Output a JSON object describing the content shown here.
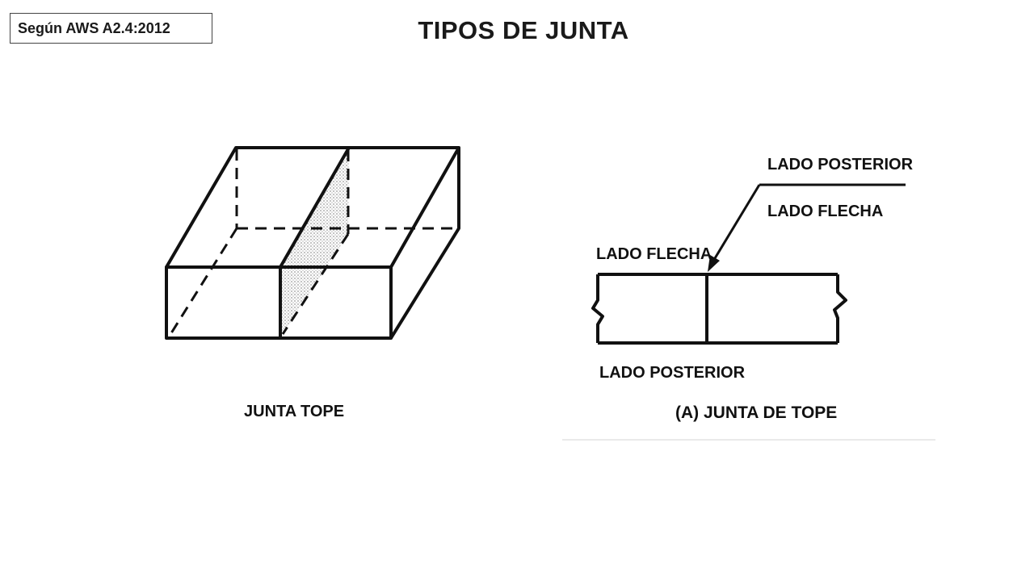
{
  "header": {
    "standard_label": "Según AWS A2.4:2012",
    "title": "TIPOS DE JUNTA"
  },
  "figure_left": {
    "caption": "JUNTA TOPE"
  },
  "figure_right": {
    "label_top_posterior": "LADO POSTERIOR",
    "label_top_flecha": "LADO FLECHA",
    "label_left_flecha": "LADO FLECHA",
    "label_bottom_posterior": "LADO POSTERIOR",
    "caption": "(A) JUNTA DE TOPE"
  }
}
